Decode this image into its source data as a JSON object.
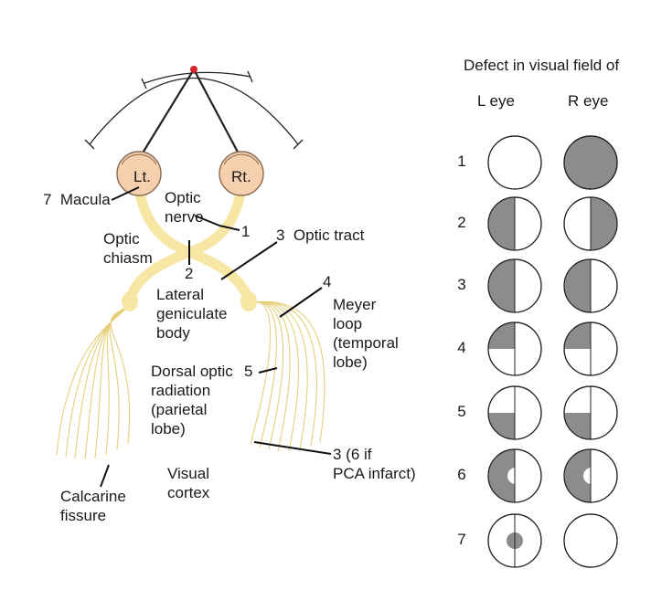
{
  "pathway": {
    "left_eye": "Lt.",
    "right_eye": "Rt.",
    "macula": "7  Macula",
    "optic_nerve": "Optic\nnerve",
    "optic_nerve_num": "1",
    "optic_chiasm": "Optic\nchiasm",
    "chiasm_num": "2",
    "optic_tract": "3  Optic tract",
    "lgb": "Lateral\ngeniculate\nbody",
    "meyer_num": "4",
    "meyer": "Meyer\nloop\n(temporal\nlobe)",
    "dorsal": "Dorsal optic\nradiation\n(parietal\nlobe)",
    "dorsal_num": "5",
    "cortex_num": "3 (6 if\nPCA infarct)",
    "calcarine": "Calcarine\nfissure",
    "visual_cortex": "Visual\ncortex"
  },
  "defects": {
    "header": "Defect in visual field of",
    "left_eye_label": "L eye",
    "right_eye_label": "R eye",
    "rows": [
      {
        "num": "1",
        "left": "none",
        "right": "full"
      },
      {
        "num": "2",
        "left": "left-half",
        "right": "right-half"
      },
      {
        "num": "3",
        "left": "left-half",
        "right": "left-half"
      },
      {
        "num": "4",
        "left": "upper-left-quadrant",
        "right": "upper-left-quadrant"
      },
      {
        "num": "5",
        "left": "lower-left-quadrant",
        "right": "lower-left-quadrant"
      },
      {
        "num": "6",
        "left": "left-half-macular-sparing",
        "right": "left-half-macular-sparing"
      },
      {
        "num": "7",
        "left": "central-scotoma",
        "right": "none"
      }
    ]
  },
  "colors": {
    "pathway": "#f7e6a4",
    "pathway_edge": "#e6cf7a",
    "eyeball": "#f6cfae",
    "eyeball_edge": "#8a6a50",
    "defect_fill": "#8c8c8c",
    "point": "#d7262b"
  }
}
